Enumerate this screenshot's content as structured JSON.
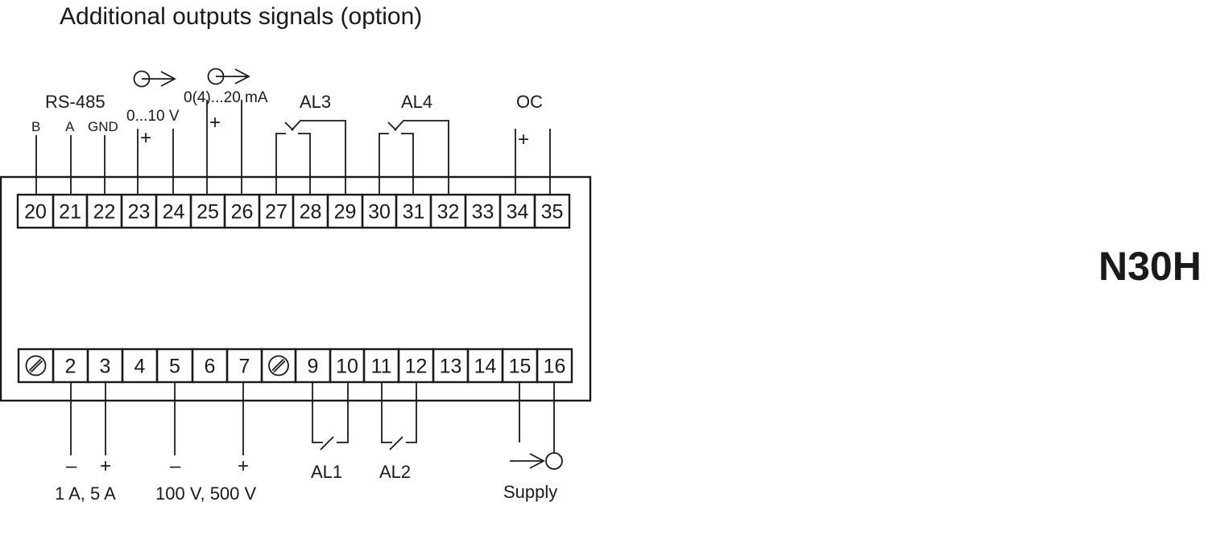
{
  "title": "Additional outputs signals (option)",
  "model": "N30H",
  "top_terminals": [
    "20",
    "21",
    "22",
    "23",
    "24",
    "25",
    "26",
    "27",
    "28",
    "29",
    "30",
    "31",
    "32",
    "33",
    "34",
    "35"
  ],
  "bottom_terminals": [
    "",
    "2",
    "3",
    "4",
    "5",
    "6",
    "7",
    "",
    "9",
    "10",
    "11",
    "12",
    "13",
    "14",
    "15",
    "16"
  ],
  "top_labels": {
    "rs485": "RS-485",
    "b": "B",
    "a": "A",
    "gnd": "GND",
    "volt_out": "0...10 V",
    "volt_plus": "+",
    "cur_out": "0(4)...20 mA",
    "cur_plus": "+",
    "al3": "AL3",
    "al4": "AL4",
    "oc": "OC",
    "oc_plus": "+"
  },
  "bottom_labels": {
    "minus1": "–",
    "plus1": "+",
    "current_inputs": "1 A, 5 A",
    "minus2": "–",
    "plus2": "+",
    "voltage_inputs": "100 V, 500 V",
    "al1": "AL1",
    "al2": "AL2",
    "supply": "Supply"
  },
  "icons": {
    "screw": "screw-terminal-icon",
    "output": "output-arrow-icon",
    "supply": "supply-arrow-icon",
    "relay": "relay-contact-icon"
  }
}
